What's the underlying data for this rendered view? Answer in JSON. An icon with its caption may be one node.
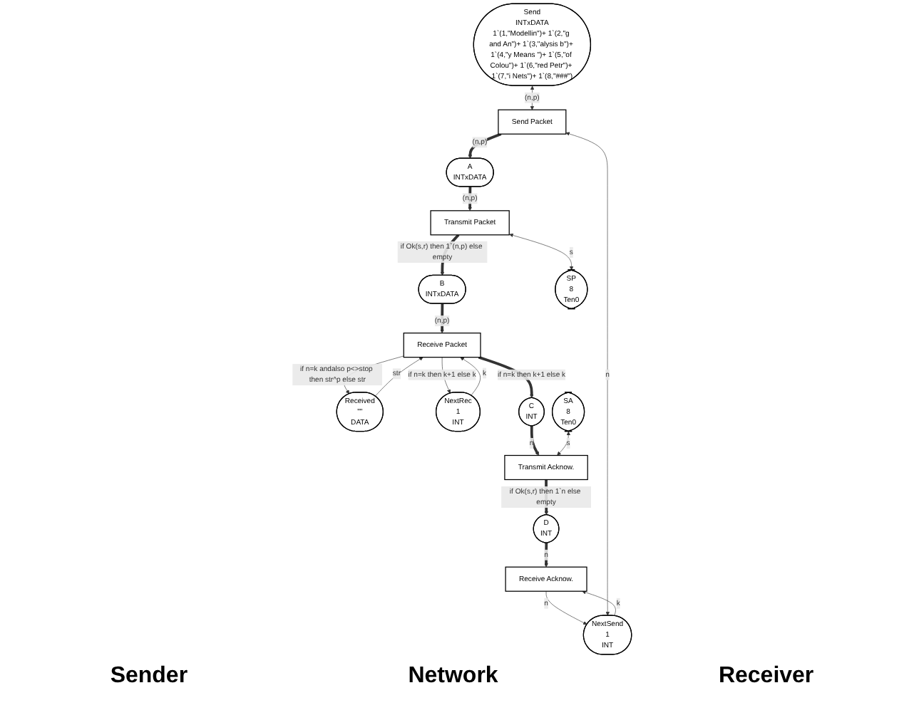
{
  "diagram": {
    "nodes": [
      {
        "text": [
          "Send",
          "INTxDATA",
          "1`(1,\"Modellin\")+ 1`(2,\"g and An\")+ 1`(3,\"alysis b\")+ 1`(4,\"y Means \")+ 1`(5,\"of Colou\")+ 1`(6,\"red Petr\")+ 1`(7,\"i Nets\")+ 1`(8,\"###\")"
        ]
      },
      {
        "text": [
          "Send Packet"
        ]
      },
      {
        "text": [
          "A",
          "INTxDATA"
        ]
      },
      {
        "text": [
          "Transmit Packet"
        ]
      },
      {
        "text": [
          "B",
          "INTxDATA"
        ]
      },
      {
        "text": [
          "Received",
          "\"\"",
          "DATA"
        ]
      },
      {
        "text": [
          "SP",
          "8",
          "Ten0"
        ]
      },
      {
        "text": [
          "NextSend",
          "1",
          "INT"
        ]
      },
      {
        "text": [
          "NextRec",
          "1",
          "INT"
        ]
      },
      {
        "text": [
          "Receive Packet"
        ]
      },
      {
        "text": [
          "SA",
          "8",
          "Ten0"
        ]
      },
      {
        "text": [
          "Receive Acknow."
        ]
      },
      {
        "text": [
          "D",
          "INT"
        ]
      },
      {
        "text": [
          "Transmit Acknow."
        ]
      },
      {
        "text": [
          "C",
          "INT"
        ]
      }
    ],
    "edges": [
      {
        "from": 0,
        "to": 1,
        "arrow": "both",
        "label": "(n,p)"
      },
      {
        "from": 1,
        "to": 2,
        "arrow": "to",
        "label": "(n,p)",
        "style": "thick"
      },
      {
        "from": 2,
        "to": 3,
        "arrow": "to",
        "label": "(n,p)",
        "style": "thick"
      },
      {
        "from": 3,
        "to": 4,
        "arrow": "to",
        "label": "if Ok(s,r) then 1`(n,p) else empty",
        "style": "thick"
      },
      {
        "from": 4,
        "to": 9,
        "arrow": "to",
        "label": "(n,p)",
        "style": "thick"
      },
      {
        "from": 5,
        "to": 9,
        "arrow": "to",
        "label": "str"
      },
      {
        "from": 9,
        "to": 5,
        "arrow": "to",
        "label": "if n=k andalso p<>stop then str^p else str"
      },
      {
        "from": 3,
        "to": 6,
        "arrow": "both",
        "label": "s"
      },
      {
        "from": 7,
        "to": 1,
        "arrow": "both",
        "label": "n"
      },
      {
        "from": 8,
        "to": 9,
        "arrow": "to",
        "label": "k"
      },
      {
        "from": 9,
        "to": 8,
        "arrow": "to",
        "label": "if n=k then k+1 else k"
      },
      {
        "from": 9,
        "to": 14,
        "arrow": "to",
        "label": "if n=k then k+1 else k",
        "style": "thick"
      },
      {
        "from": 14,
        "to": 13,
        "arrow": "to",
        "label": "n",
        "style": "thick"
      },
      {
        "from": 13,
        "to": 12,
        "arrow": "to",
        "label": "if Ok(s,r) then 1`n else empty",
        "style": "thick"
      },
      {
        "from": 12,
        "to": 11,
        "arrow": "to",
        "label": "n",
        "style": "thick"
      },
      {
        "from": 10,
        "to": 13,
        "arrow": "both",
        "label": "s"
      },
      {
        "from": 7,
        "to": 11,
        "arrow": "to",
        "label": "k"
      },
      {
        "from": 11,
        "to": 7,
        "arrow": "to",
        "label": "n"
      }
    ],
    "labels": [
      "Sender",
      "Network",
      "Receiver"
    ]
  }
}
